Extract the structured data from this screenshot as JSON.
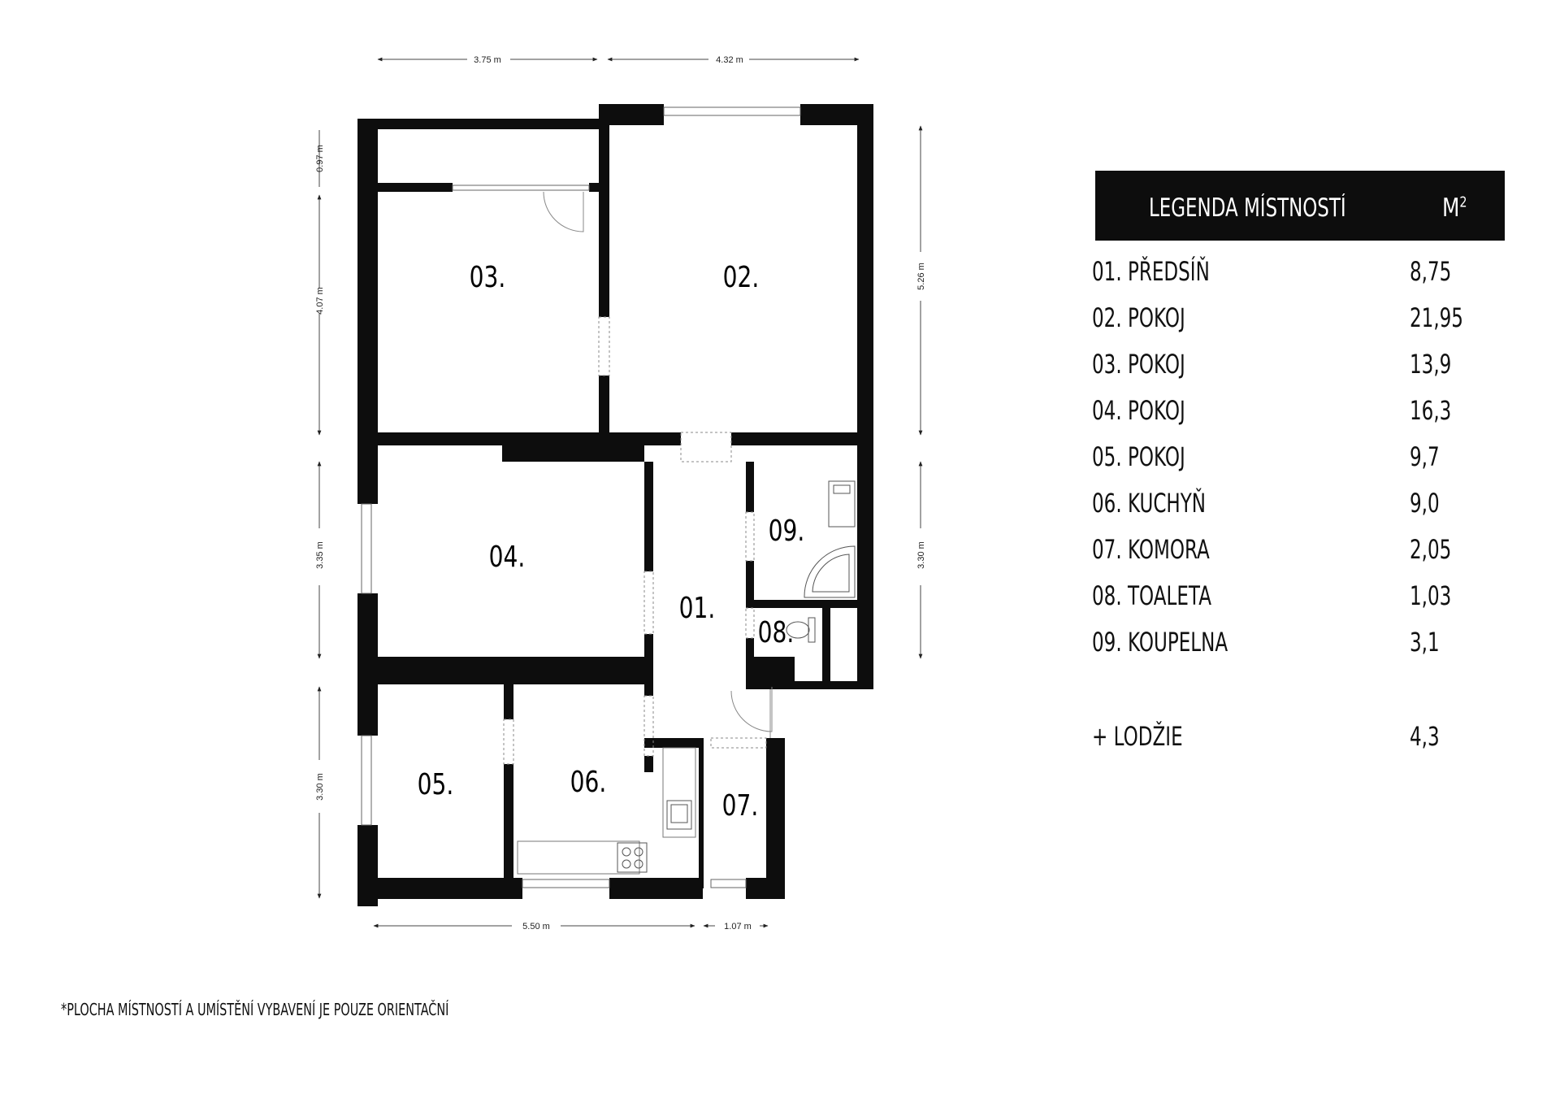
{
  "plan": {
    "dimensions": {
      "top_left": "3.75 m",
      "top_right": "4.32 m",
      "left_top": "0.97 m",
      "left_mid": "4.07 m",
      "left_lower": "3.35 m",
      "left_bottom": "3.30 m",
      "right_top": "5.26 m",
      "right_bottom": "3.30 m",
      "bottom_left": "5.50 m",
      "bottom_right": "1.07 m"
    },
    "rooms": {
      "r01": "01.",
      "r02": "02.",
      "r03": "03.",
      "r04": "04.",
      "r05": "05.",
      "r06": "06.",
      "r07": "07.",
      "r08": "08.",
      "r09": "09."
    },
    "icons": [
      "washbasin-icon",
      "bathtub-icon",
      "toilet-icon",
      "sink-icon",
      "stove-icon",
      "door-icon",
      "window-icon"
    ]
  },
  "legend": {
    "title": "LEGENDA MÍSTNOSTÍ",
    "unit": "M",
    "unit_sup": "2",
    "rows": [
      {
        "name": "01. PŘEDSÍŇ",
        "value": "8,75"
      },
      {
        "name": "02. POKOJ",
        "value": "21,95"
      },
      {
        "name": "03. POKOJ",
        "value": "13,9"
      },
      {
        "name": "04. POKOJ",
        "value": "16,3"
      },
      {
        "name": "05. POKOJ",
        "value": "9,7"
      },
      {
        "name": "06. KUCHYŇ",
        "value": "9,0"
      },
      {
        "name": "07. KOMORA",
        "value": "2,05"
      },
      {
        "name": "08. TOALETA",
        "value": "1,03"
      },
      {
        "name": "09. KOUPELNA",
        "value": "3,1"
      }
    ],
    "extra": {
      "name": "+ LODŽIE",
      "value": "4,3"
    }
  },
  "footnote": "*PLOCHA MÍSTNOSTÍ  A UMÍSTĚNÍ VYBAVENÍ JE POUZE ORIENTAČNÍ",
  "colors": {
    "wall": "#0d0d0d",
    "background": "#ffffff"
  }
}
